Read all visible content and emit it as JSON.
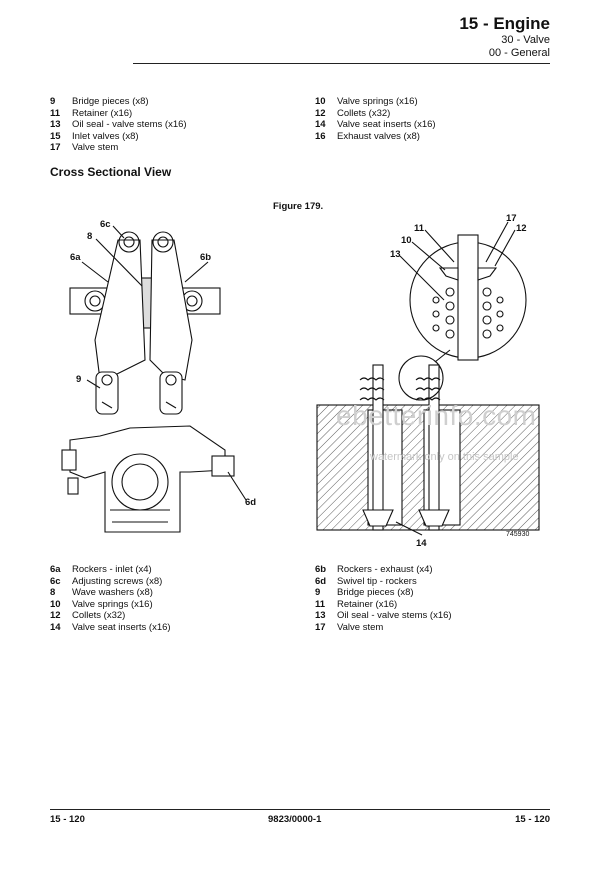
{
  "header": {
    "section": "15 - Engine",
    "subsection": "30 - Valve",
    "subsubsection": "00 - General"
  },
  "top_legend": {
    "left": [
      {
        "num": "9",
        "text": "Bridge pieces (x8)"
      },
      {
        "num": "11",
        "text": "Retainer (x16)"
      },
      {
        "num": "13",
        "text": "Oil seal - valve stems (x16)"
      },
      {
        "num": "15",
        "text": "Inlet valves (x8)"
      },
      {
        "num": "17",
        "text": "Valve stem"
      }
    ],
    "right": [
      {
        "num": "10",
        "text": "Valve springs (x16)"
      },
      {
        "num": "12",
        "text": "Collets (x32)"
      },
      {
        "num": "14",
        "text": "Valve seat inserts (x16)"
      },
      {
        "num": "16",
        "text": "Exhaust valves (x8)"
      }
    ]
  },
  "section_title": "Cross Sectional View",
  "figure": {
    "title": "Figure 179.",
    "code": "745930",
    "callouts": {
      "c6c": "6c",
      "c8": "8",
      "c6a": "6a",
      "c6b": "6b",
      "c9": "9",
      "c6d": "6d",
      "c11": "11",
      "c10": "10",
      "c13": "13",
      "c17": "17",
      "c12": "12",
      "c14": "14"
    }
  },
  "watermark": {
    "main": "ebetterinfo.com",
    "sub": "watermark only on this sample"
  },
  "bottom_legend": {
    "left": [
      {
        "num": "6a",
        "text": "Rockers - inlet (x4)"
      },
      {
        "num": "6c",
        "text": "Adjusting screws (x8)"
      },
      {
        "num": "8",
        "text": "Wave washers (x8)"
      },
      {
        "num": "10",
        "text": "Valve springs (x16)"
      },
      {
        "num": "12",
        "text": "Collets (x32)"
      },
      {
        "num": "14",
        "text": "Valve seat inserts (x16)"
      }
    ],
    "right": [
      {
        "num": "6b",
        "text": "Rockers - exhaust (x4)"
      },
      {
        "num": "6d",
        "text": "Swivel tip - rockers"
      },
      {
        "num": "9",
        "text": "Bridge pieces (x8)"
      },
      {
        "num": "11",
        "text": "Retainer (x16)"
      },
      {
        "num": "13",
        "text": "Oil seal - valve stems (x16)"
      },
      {
        "num": "17",
        "text": "Valve stem"
      }
    ]
  },
  "footer": {
    "left": "15 - 120",
    "center": "9823/0000-1",
    "right": "15 - 120"
  }
}
